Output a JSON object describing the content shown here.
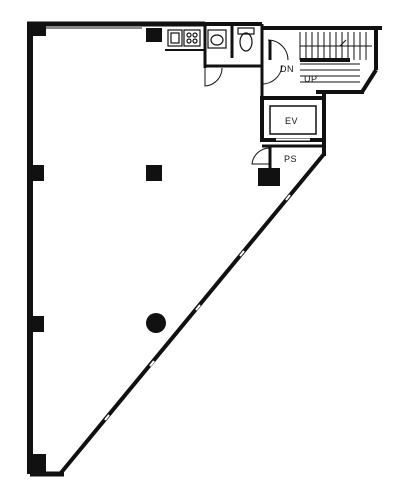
{
  "labels": {
    "down": "DN",
    "up": "UP",
    "elevator": "EV",
    "pipe_shaft": "PS"
  },
  "colors": {
    "wall": "#111111",
    "background": "#ffffff"
  },
  "icons": {
    "sink": "kitchen-sink-icon",
    "stove": "stove-icon",
    "toilet": "toilet-icon",
    "washbasin": "washbasin-icon",
    "column": "column-icon"
  }
}
